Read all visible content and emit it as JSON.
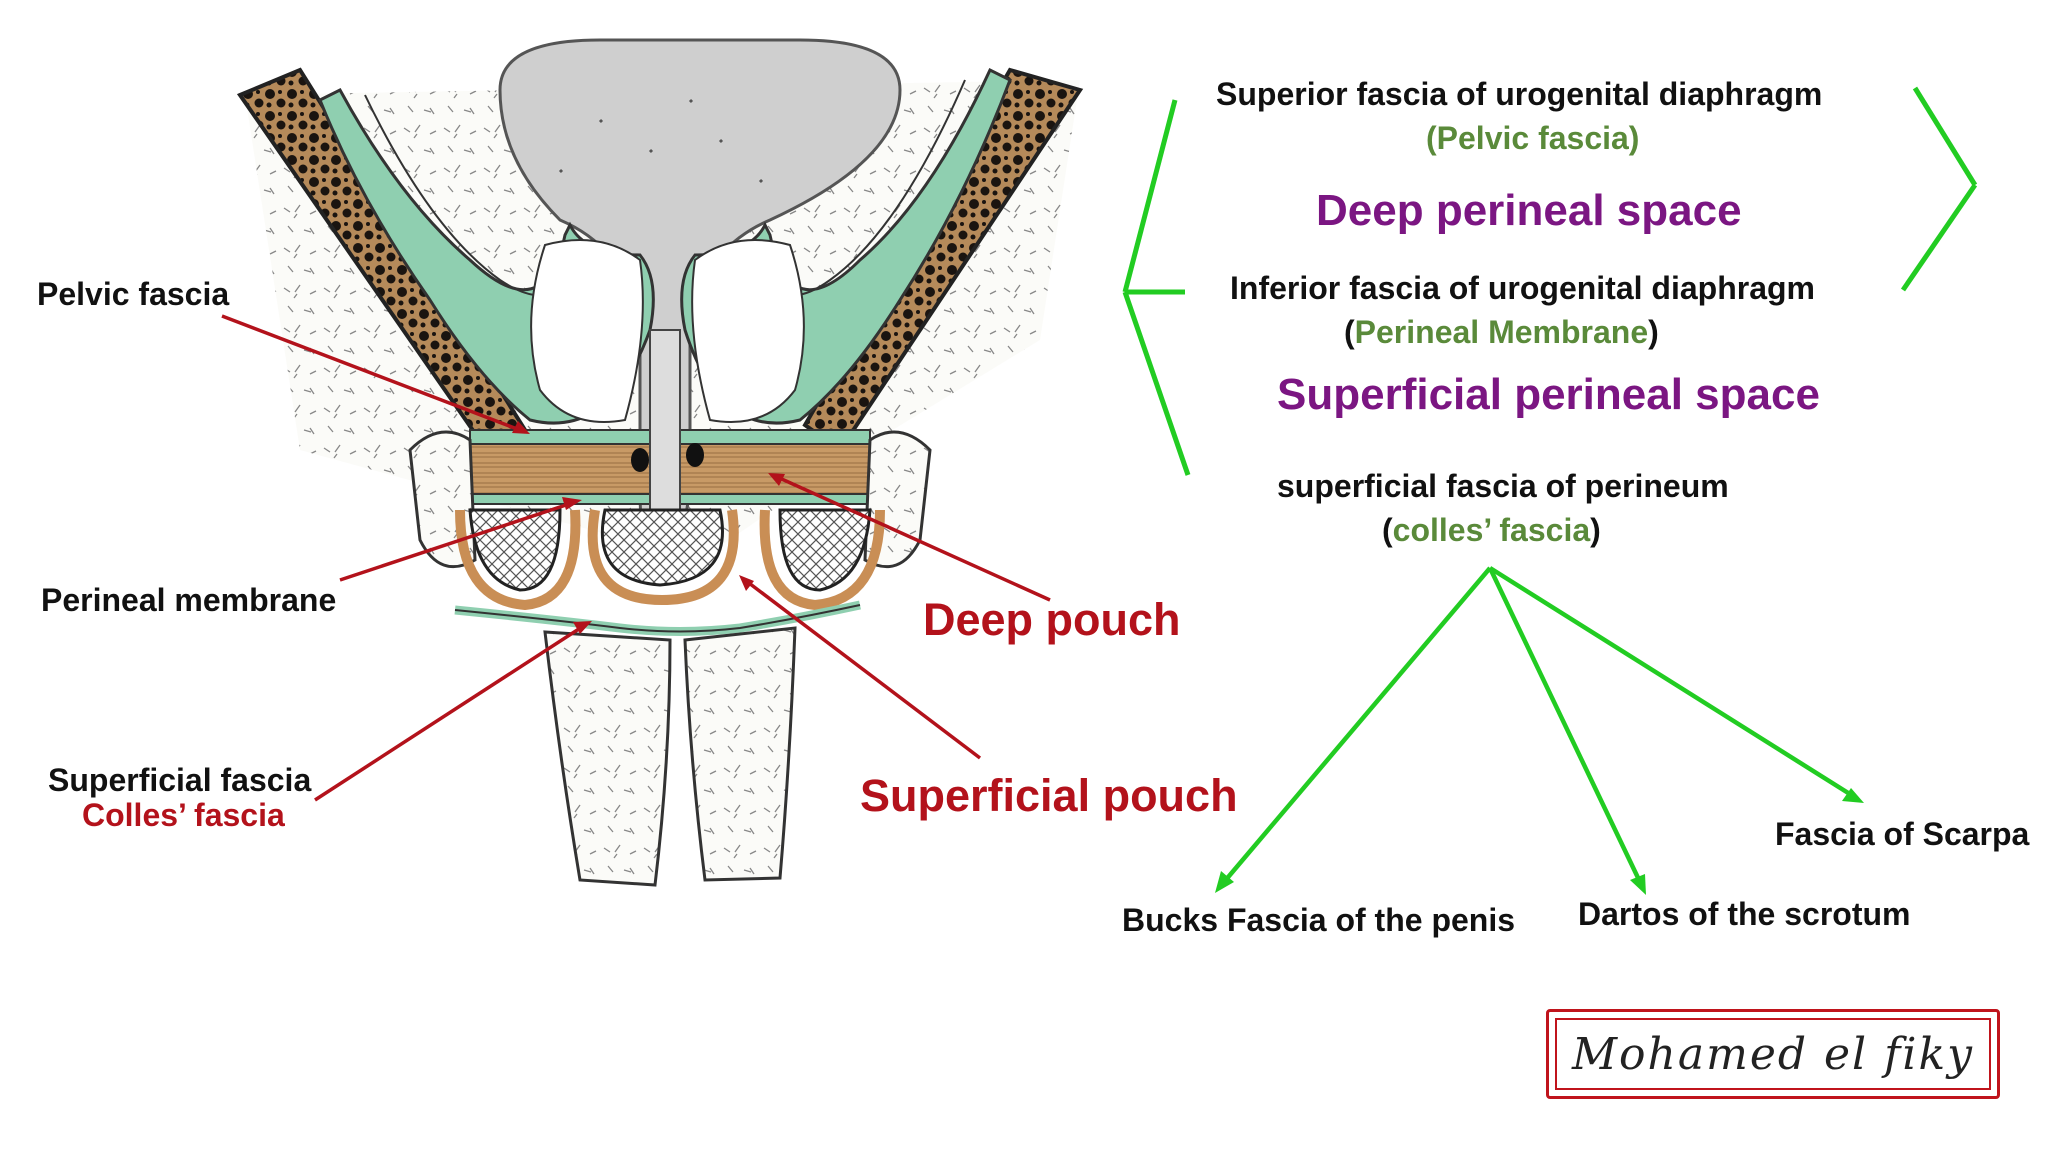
{
  "labels": {
    "pelvic_fascia": "Pelvic fascia",
    "perineal_membrane": "Perineal membrane",
    "superficial_fascia": "Superficial fascia",
    "colles_fascia_red": "Colles’ fascia",
    "deep_pouch": "Deep pouch",
    "superficial_pouch": "Superficial pouch"
  },
  "layers": {
    "superior_fascia": "Superior fascia of urogenital diaphragm",
    "superior_fascia_alt": "(Pelvic fascia)",
    "deep_space": "Deep perineal space",
    "inferior_fascia": "Inferior fascia of urogenital diaphragm",
    "inferior_fascia_open": "(",
    "inferior_fascia_alt": "Perineal Membrane",
    "inferior_fascia_close": ")",
    "superficial_space": "Superficial perineal space",
    "superficial_perineum": "superficial fascia of perineum",
    "colles_open": "(",
    "colles_alt": "colles’ fascia",
    "colles_close": ")"
  },
  "continuations": {
    "bucks": "Bucks Fascia of the penis",
    "dartos": "Dartos of the scrotum",
    "scarpa": "Fascia of Scarpa"
  },
  "signature": "Mohamed el fiky",
  "colors": {
    "label_red": "#b3121b",
    "space_purple": "#7b1682",
    "alt_green": "#5a8a3a",
    "bracket_green": "#22cc22",
    "fascia_green": "#8fcfb0",
    "bone_brown": "#5a3b1e",
    "membrane_tan": "#c98e55"
  }
}
